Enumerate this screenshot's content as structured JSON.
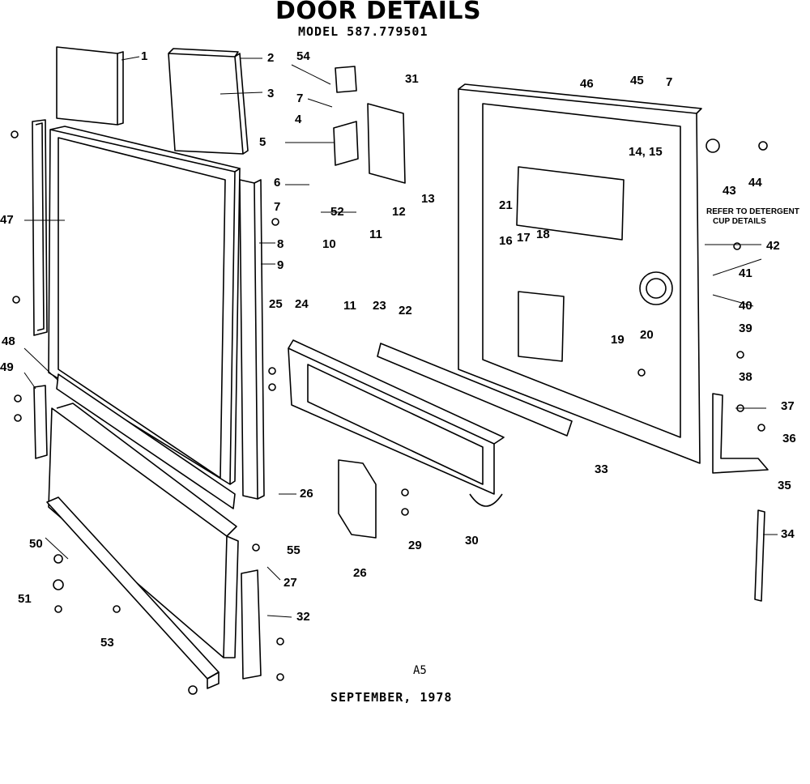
{
  "header": {
    "title": "DOOR DETAILS",
    "model": "MODEL 587.779501"
  },
  "footer": {
    "page": "A5",
    "date": "SEPTEMBER, 1978"
  },
  "note": {
    "line1": "REFER TO DETERGENT",
    "line2": "CUP DETAILS"
  },
  "labels": {
    "p1": "1",
    "p2": "2",
    "p3": "3",
    "p4": "4",
    "p5": "5",
    "p6": "6",
    "p7a": "7",
    "p7b": "7",
    "p7c": "7",
    "p8": "8",
    "p9": "9",
    "p10": "10",
    "p11a": "11",
    "p11b": "11",
    "p12": "12",
    "p13": "13",
    "p14_15": "14, 15",
    "p16": "16",
    "p17": "17",
    "p18": "18",
    "p19": "19",
    "p20": "20",
    "p21": "21",
    "p22": "22",
    "p23": "23",
    "p24": "24",
    "p25": "25",
    "p26a": "26",
    "p26b": "26",
    "p27": "27",
    "p29": "29",
    "p30": "30",
    "p31": "31",
    "p32": "32",
    "p33": "33",
    "p34": "34",
    "p35": "35",
    "p36": "36",
    "p37": "37",
    "p38": "38",
    "p39": "39",
    "p40": "40",
    "p41": "41",
    "p42": "42",
    "p43": "43",
    "p44": "44",
    "p45": "45",
    "p46": "46",
    "p47": "47",
    "p48": "48",
    "p49": "49",
    "p50": "50",
    "p51": "51",
    "p52": "52",
    "p53": "53",
    "p54": "54",
    "p55": "55"
  }
}
